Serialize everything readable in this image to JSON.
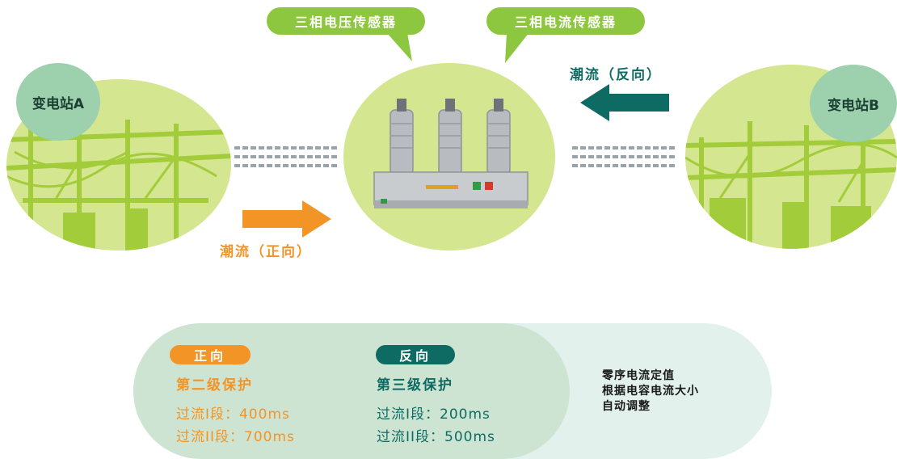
{
  "sensors": {
    "voltage": "三相电压传感器",
    "current": "三相电流传感器"
  },
  "stations": {
    "a": "变电站A",
    "b": "变电站B"
  },
  "flow": {
    "forward": "潮流（正向）",
    "reverse": "潮流（反向）"
  },
  "protection": {
    "forward": {
      "tag": "正向",
      "level": "第二级保护",
      "rows": [
        "过流I段：400ms",
        "过流II段：700ms"
      ]
    },
    "reverse": {
      "tag": "反向",
      "level": "第三级保护",
      "rows": [
        "过流I段：200ms",
        "过流II段：500ms"
      ]
    },
    "note": [
      "零序电流定值",
      "根据电容电流大小",
      "自动调整"
    ]
  },
  "colors": {
    "green_bubble": "#8dc63f",
    "circle_fill": "#d4e68f",
    "forward_orange": "#f39427",
    "reverse_teal": "#0e6b63"
  }
}
